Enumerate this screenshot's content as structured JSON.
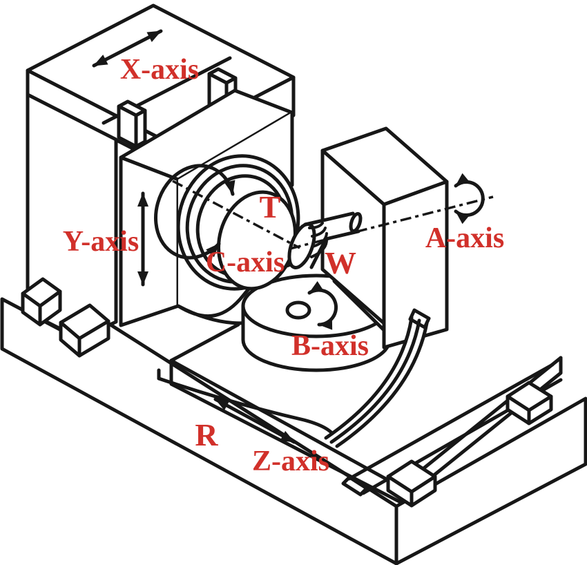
{
  "diagram": {
    "labels": {
      "x_axis": "X-axis",
      "y_axis": "Y-axis",
      "z_axis": "Z-axis",
      "a_axis": "A-axis",
      "b_axis": "B-axis",
      "c_axis": "C-axis",
      "tool": "T",
      "workpiece": "W",
      "radial": "R"
    }
  },
  "colors": {
    "line": "#171717",
    "label": "#d1302a",
    "background": "#ffffff"
  }
}
